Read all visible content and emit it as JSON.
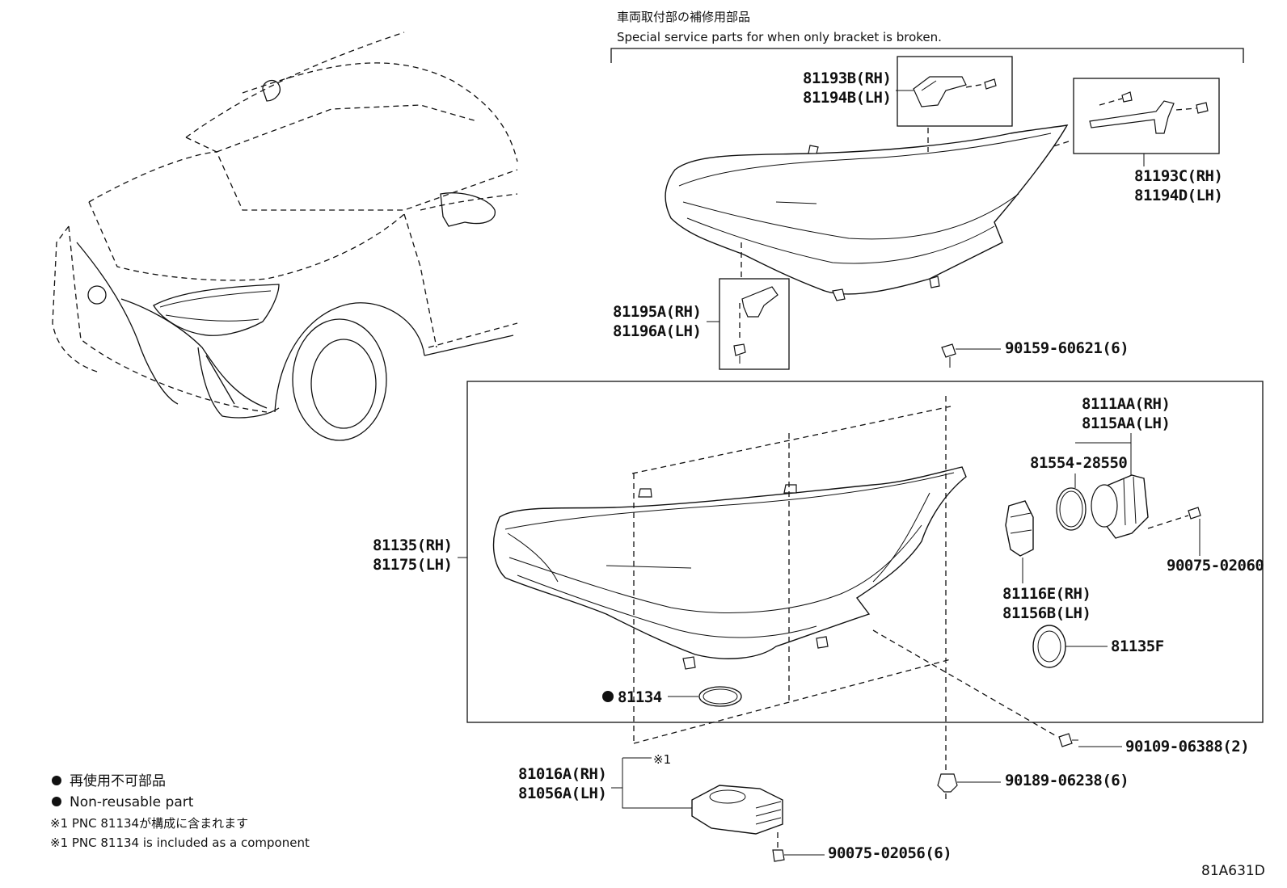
{
  "header": {
    "title_jp": "車両取付部の補修用部品",
    "title_en": "Special service parts for when only bracket is broken."
  },
  "labels": {
    "p81193B": "81193B(RH)",
    "p81194B": "81194B(LH)",
    "p81193C": "81193C(RH)",
    "p81194D": "81194D(LH)",
    "p81195A": "81195A(RH)",
    "p81196A": "81196A(LH)",
    "p90159": "90159-60621(6)",
    "p8111AA": "8111AA(RH)",
    "p8115AA": "8115AA(LH)",
    "p81554": "81554-28550",
    "p81135": "81135(RH)",
    "p81175": "81175(LH)",
    "p90075a": "90075-02060",
    "p81116E": "81116E(RH)",
    "p81156B": "81156B(LH)",
    "p81135F": "81135F",
    "p81134": "81134",
    "p90109": "90109-06388(2)",
    "p81016A": "81016A(RH)",
    "p81056A": "81056A(LH)",
    "p90189": "90189-06238(6)",
    "p90075b": "90075-02056(6)",
    "note_ref": "※1"
  },
  "legend": {
    "line1_jp": "再使用不可部品",
    "line1_en": "Non-reusable part",
    "line2_jp": "※1 PNC 81134が構成に含まれます",
    "line2_en": "※1 PNC 81134 is included as a component"
  },
  "diagram_code": "81A631D"
}
